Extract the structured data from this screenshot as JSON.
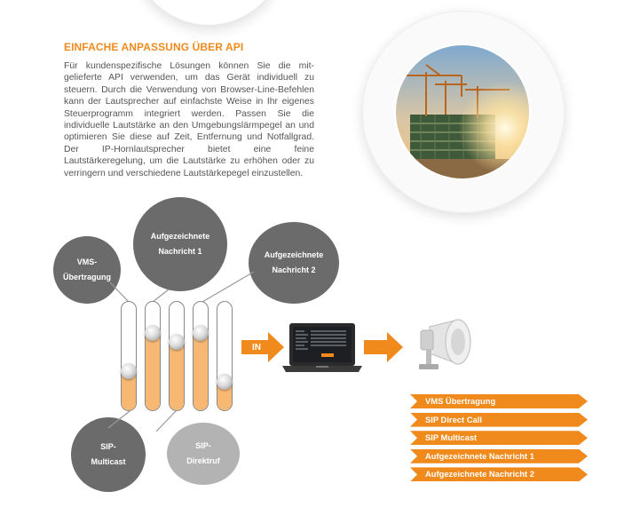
{
  "section": {
    "heading": "EINFACHE ANPASSUNG ÜBER API",
    "body": "Für kundenspezifische Lösungen können Sie die mit­gelieferte API verwenden, um das Gerät individuell zu steuern. Durch die Verwendung von Browser-Line-Be­fehlen kann der Lautsprecher auf einfachste Weise in Ihr eigenes Steuerprogramm integriert werden. Passen Sie die individuelle Lautstärke an den Umgebungslärmpe­gel an und optimieren Sie diese auf Zeit, Entfernung und Notfallgrad. Der IP-Hornlautsprecher bietet eine feine Lautstärkeregelung, um die Lautstärke zu erhöhen oder zu verringern und verschiedene Lautstärkepegel einzu­stellen."
  },
  "diagram": {
    "bubbles": {
      "vms": [
        "VMS-",
        "Übertragung"
      ],
      "rec1": [
        "Aufgezeichnete",
        "Nachricht 1"
      ],
      "rec2": [
        "Aufgezeichnete",
        "Nachricht 2"
      ],
      "sip_multicast": [
        "SIP-",
        "Multicast"
      ],
      "sip_direct": [
        "SIP-",
        "Direktruf"
      ]
    },
    "fader_levels": [
      0.35,
      0.7,
      0.62,
      0.7,
      0.25
    ],
    "input_label": "IN",
    "accent_color": "#f08a1c",
    "fill_color": "#f7b874",
    "tags": [
      "VMS Übertragung",
      "SIP Direct Call",
      "SIP Multicast",
      "Aufgezeichnete Nachricht 1",
      "Aufgezeichnete Nachricht 2"
    ]
  },
  "icons": {
    "photo": "construction-site-photo",
    "laptop": "laptop-icon",
    "speaker": "horn-speaker-icon",
    "arrow": "arrow-right-icon"
  }
}
